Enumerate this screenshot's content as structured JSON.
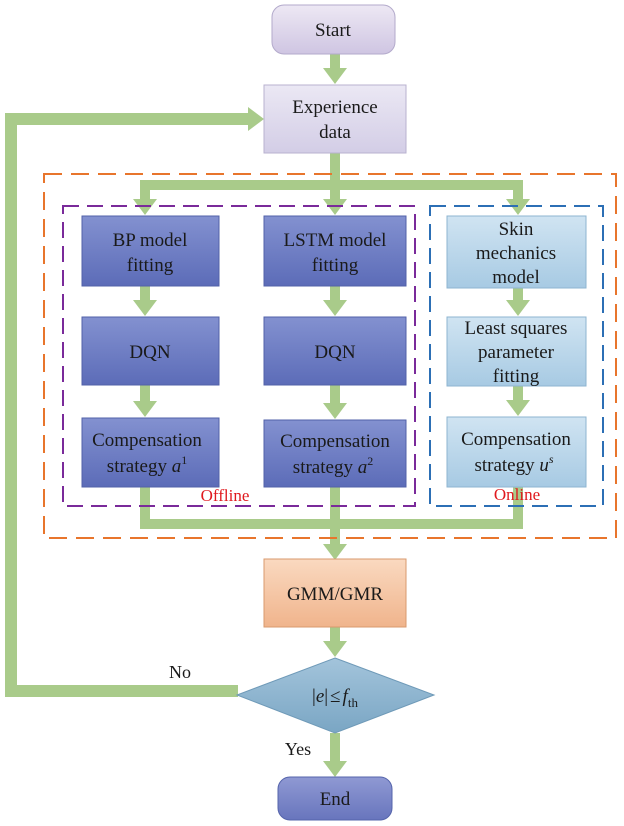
{
  "nodes": {
    "start": {
      "label": "Start"
    },
    "experience": {
      "label_line1": "Experience",
      "label_line2": "data"
    },
    "bp": {
      "label_line1": "BP model",
      "label_line2": "fitting"
    },
    "lstm": {
      "label_line1": "LSTM model",
      "label_line2": "fitting"
    },
    "skin": {
      "label_line1": "Skin",
      "label_line2": "mechanics",
      "label_line3": "model"
    },
    "dqn1": {
      "label": "DQN"
    },
    "dqn2": {
      "label": "DQN"
    },
    "lsq": {
      "label_line1": "Least squares",
      "label_line2": "parameter",
      "label_line3": "fitting"
    },
    "comp1": {
      "label_line1": "Compensation",
      "label_line2": "strategy",
      "symbol": "a",
      "sup": "1"
    },
    "comp2": {
      "label_line1": "Compensation",
      "label_line2": "strategy",
      "symbol": "a",
      "sup": "2"
    },
    "comp3": {
      "label_line1": "Compensation",
      "label_line2": "strategy",
      "symbol": "u",
      "sup": "s"
    },
    "gmm": {
      "label": "GMM/GMR"
    },
    "decision": {
      "open_bar": "|",
      "var": "e",
      "close_bar": "|",
      "op": "≤",
      "f": "f",
      "sub": "th"
    },
    "end": {
      "label": "End"
    }
  },
  "regions": {
    "offline": {
      "label": "Offline"
    },
    "online": {
      "label": "Online"
    }
  },
  "edge_labels": {
    "no": "No",
    "yes": "Yes"
  },
  "colors": {
    "arrow": "#a9cb8a",
    "start_fill": "#ddd5ea",
    "experience_fill": "#ddd8ec",
    "offline_box_fill": "#6f7fc4",
    "online_box_fill": "#b9d6ea",
    "gmm_fill": "#f5c8a6",
    "decision_fill": "#8db4cf",
    "end_fill": "#7b86c9",
    "outer_dash": "#e8752c",
    "offline_dash": "#7a2a9a",
    "online_dash": "#2c6fb5",
    "region_text": "#e0191e"
  }
}
